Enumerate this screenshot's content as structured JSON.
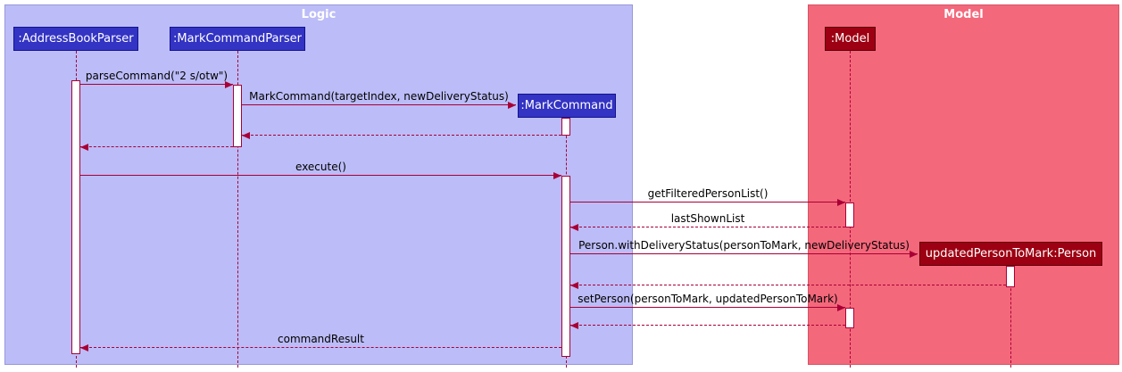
{
  "diagram": {
    "type": "uml-sequence-diagram",
    "frames": {
      "logic": "Logic",
      "model": "Model"
    },
    "participants": {
      "address_book_parser": ":AddressBookParser",
      "mark_command_parser": ":MarkCommandParser",
      "mark_command": ":MarkCommand",
      "model": ":Model",
      "updated_person": "updatedPersonToMark:Person"
    },
    "messages": {
      "parse_command": "parseCommand(\"2 s/otw\")",
      "create_mark_command": "MarkCommand(targetIndex, newDeliveryStatus)",
      "execute": "execute()",
      "get_filtered_person_list": "getFilteredPersonList()",
      "last_shown_list": "lastShownList",
      "with_delivery_status": "Person.withDeliveryStatus(personToMark, newDeliveryStatus)",
      "set_person": "setPerson(personToMark, updatedPersonToMark)",
      "command_result": "commandResult"
    }
  },
  "colors": {
    "logic_frame_bg": "#BCBCF8",
    "model_frame_bg": "#F4687B",
    "logic_participant_bg": "#3333C4",
    "model_participant_bg": "#9D0012",
    "arrow": "#A80036",
    "activation_bg": "#FFFFFF"
  }
}
